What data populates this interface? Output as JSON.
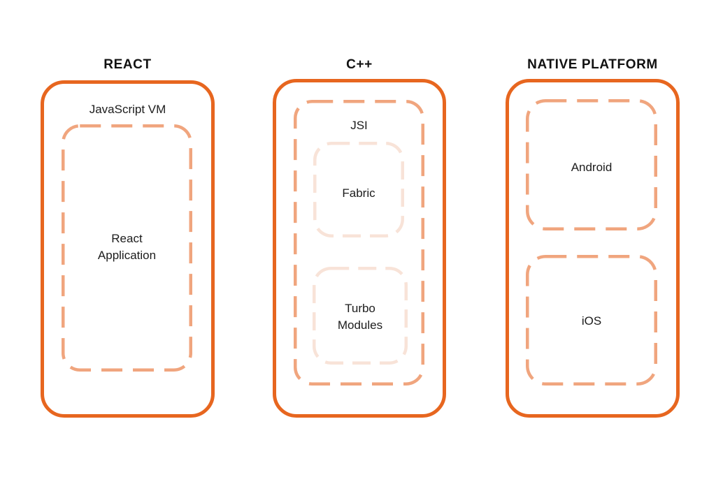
{
  "colors": {
    "solid_border": "#E7661F",
    "dashed_mid": "#F0A57E",
    "dashed_light": "#F8E3D8",
    "text": "#1c1c1c",
    "header_text": "#111111"
  },
  "columns": [
    {
      "header": "REACT",
      "container_label": "JavaScript VM",
      "boxes": [
        {
          "label": "React\nApplication"
        }
      ]
    },
    {
      "header": "C++",
      "container_label": "JSI",
      "boxes": [
        {
          "label": "Fabric"
        },
        {
          "label": "Turbo\nModules"
        }
      ]
    },
    {
      "header": "NATIVE PLATFORM",
      "container_label": "",
      "boxes": [
        {
          "label": "Android"
        },
        {
          "label": "iOS"
        }
      ]
    }
  ]
}
